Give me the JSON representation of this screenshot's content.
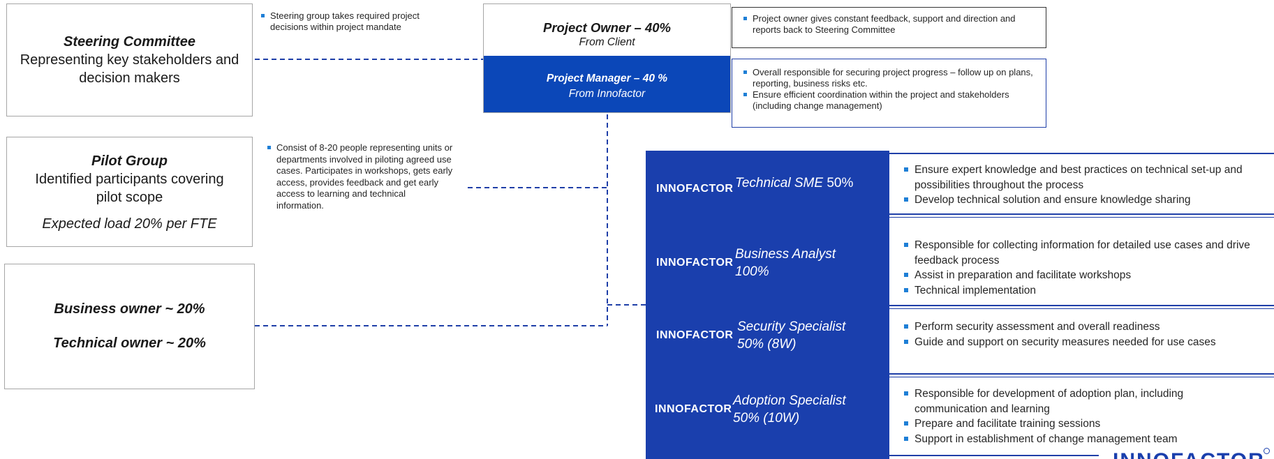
{
  "steering": {
    "title": "Steering Committee",
    "desc": "Representing key stakeholders and decision makers",
    "bullets": [
      "Steering group takes required project decisions within project mandate"
    ]
  },
  "pilot": {
    "title": "Pilot Group",
    "desc": "Identified participants covering pilot scope",
    "load": "Expected load 20% per FTE",
    "bullets": [
      "Consist of 8-20 people representing units or departments involved in piloting agreed use cases. Participates in workshops, gets early access, provides feedback and get early access to learning and technical information."
    ]
  },
  "owners": {
    "business": "Business owner ~ 20%",
    "technical": "Technical owner ~ 20%"
  },
  "project_owner": {
    "title": "Project Owner – 40%",
    "sub": "From Client",
    "bullets": [
      "Project owner gives constant feedback, support and direction and reports back to Steering Committee"
    ]
  },
  "project_manager": {
    "title": "Project Manager – 40 %",
    "sub": "From Innofactor",
    "bullets": [
      "Overall responsible for securing project progress – follow up on plans, reporting, business risks etc.",
      "Ensure efficient coordination within the project and stakeholders (including change management)"
    ]
  },
  "team": [
    {
      "logo": "INNOFACTOR",
      "role": "Technical SME",
      "pct": "50%",
      "bullets": [
        "Ensure expert knowledge and best practices on technical set-up and possibilities throughout the process",
        "Develop technical solution and ensure knowledge sharing"
      ]
    },
    {
      "logo": "INNOFACTOR",
      "role": "Business Analyst",
      "pct": "100%",
      "bullets": [
        "Responsible for collecting information for detailed use cases and drive feedback process",
        "Assist in preparation and facilitate workshops",
        "Technical implementation"
      ]
    },
    {
      "logo": "INNOFACTOR",
      "role": "Security Specialist",
      "pct": "50% (8W)",
      "bullets": [
        "Perform security assessment and overall readiness",
        "Guide and support on security measures needed for use cases"
      ]
    },
    {
      "logo": "INNOFACTOR",
      "role": "Adoption Specialist",
      "pct": "50% (10W)",
      "bullets": [
        "Responsible for development of adoption plan, including communication and learning",
        "Prepare and facilitate training sessions",
        "Support in establishment of change management team"
      ]
    }
  ],
  "corner_logo": "INNOFACTOR",
  "colors": {
    "accent": "#1f3fa8",
    "pm_fill": "#0b47b8",
    "bullet": "#1e7fd6"
  }
}
